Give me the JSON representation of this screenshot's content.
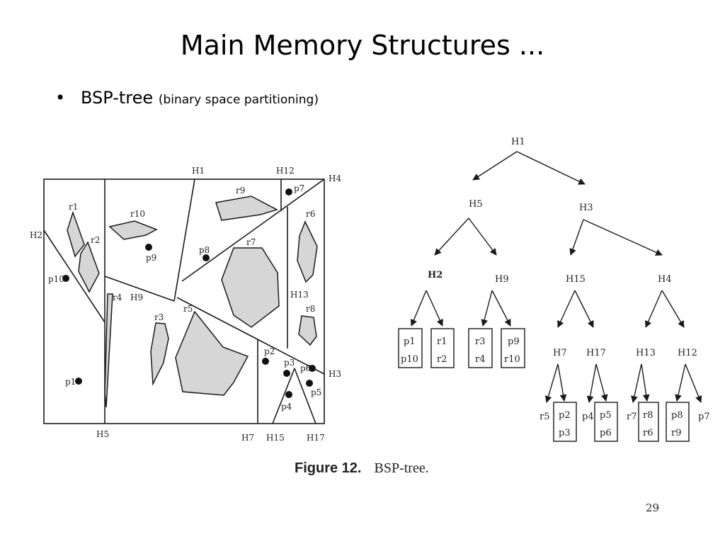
{
  "slide": {
    "title": "Main Memory Structures ...",
    "bullet_main": "BSP-tree",
    "bullet_sub": "(binary space partitioning)",
    "page_number": "29"
  },
  "figure": {
    "caption_number": "Figure 12.",
    "caption_text": "BSP-tree.",
    "colors": {
      "line": "#1a1a1a",
      "region_fill": "#d6d6d6"
    },
    "space_labels": {
      "H1": "H1",
      "H12": "H12",
      "H4": "H4",
      "H2": "H2",
      "H9": "H9",
      "H13": "H13",
      "H3": "H3",
      "H5": "H5",
      "H7": "H7",
      "H15": "H15",
      "H17": "H17",
      "r1": "r1",
      "r2": "r2",
      "r3": "r3",
      "r4": "r4",
      "r5": "r5",
      "r6": "r6",
      "r7": "r7",
      "r8": "r8",
      "r9": "r9",
      "r10": "r10",
      "p1": "p1",
      "p2": "p2",
      "p3": "p3",
      "p4": "p4",
      "p5": "p5",
      "p6": "p6",
      "p7": "p7",
      "p8": "p8",
      "p9": "p9",
      "p10": "p10"
    },
    "tree": {
      "root": "H1",
      "level1": [
        "H5",
        "H3"
      ],
      "level2": [
        "H2",
        "H9",
        "H15",
        "H4"
      ],
      "level3": [
        "H7",
        "H17",
        "H13",
        "H12"
      ],
      "left_leaves": [
        {
          "top": "p1",
          "bottom": "p10"
        },
        {
          "top": "r1",
          "bottom": "r2"
        },
        {
          "top": "r3",
          "bottom": "r4"
        },
        {
          "top": "p9",
          "bottom": "r10"
        }
      ],
      "right_leaves": [
        {
          "outside": "r5",
          "top": "p2",
          "bottom": "p3"
        },
        {
          "outside": "p4",
          "top": "p5",
          "bottom": "p6"
        },
        {
          "outside": "r7",
          "top": "r8",
          "bottom": "r6"
        },
        {
          "top": "p8",
          "bottom": "r9",
          "outside": "p7"
        }
      ]
    }
  }
}
